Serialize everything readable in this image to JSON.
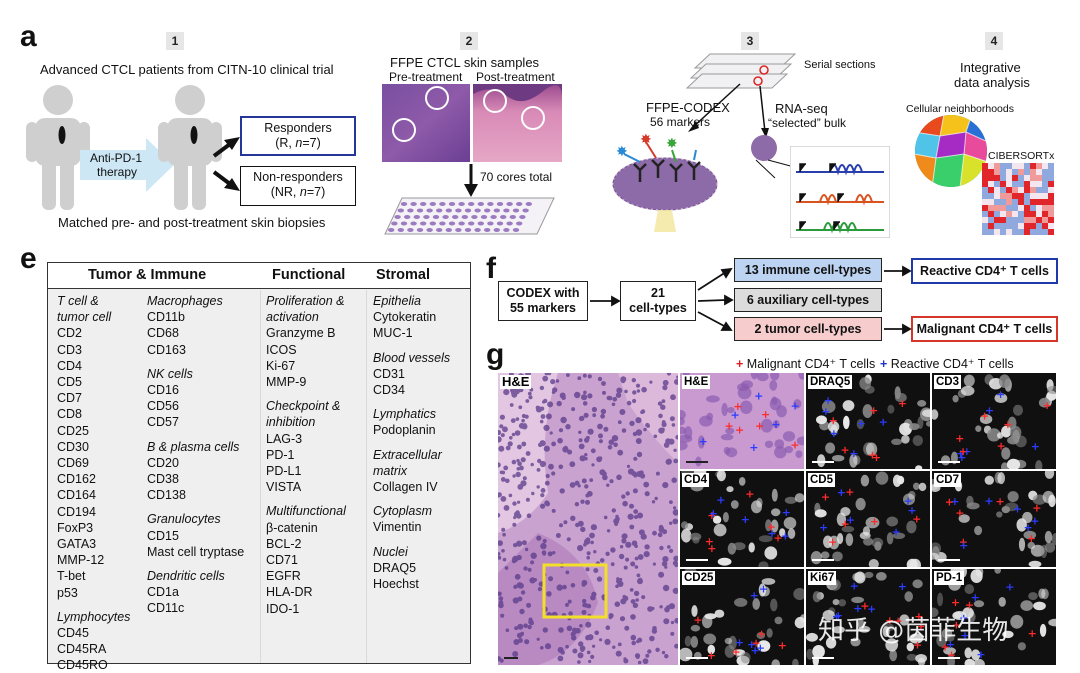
{
  "panel_a": {
    "letter": "a",
    "step1": {
      "num": "1",
      "title": "Advanced CTCL patients from CITN-10 clinical trial",
      "therapy": [
        "Anti-PD-1",
        "therapy"
      ],
      "responders": [
        "Responders",
        "(R, n=7)"
      ],
      "nonresponders": [
        "Non-responders",
        "(NR, n=7)"
      ],
      "footer": "Matched pre- and post-treatment skin biopsies"
    },
    "step2": {
      "num": "2",
      "title": "FFPE CTCL skin samples",
      "pre": "Pre-treatment",
      "post": "Post-treatment",
      "cores": "70 cores total"
    },
    "step3": {
      "num": "3",
      "serial": "Serial sections",
      "codex": [
        "FFPE-CODEX",
        "56 markers"
      ],
      "rnaseq": [
        "RNA-seq",
        "“selected” bulk"
      ]
    },
    "step4": {
      "num": "4",
      "title": [
        "Integrative",
        "data analysis"
      ],
      "neighborhoods": "Cellular neighborhoods",
      "cibersort": "CIBERSORTx"
    }
  },
  "panel_e": {
    "letter": "e",
    "headers": [
      "Tumor & Immune",
      "Functional",
      "Stromal"
    ],
    "col1": [
      {
        "t": "T cell &",
        "i": true
      },
      {
        "t": "tumor cell",
        "i": true
      },
      {
        "t": "CD2"
      },
      {
        "t": "CD3"
      },
      {
        "t": "CD4"
      },
      {
        "t": "CD5"
      },
      {
        "t": "CD7"
      },
      {
        "t": "CD8"
      },
      {
        "t": "CD25"
      },
      {
        "t": "CD30"
      },
      {
        "t": "CD69"
      },
      {
        "t": "CD162"
      },
      {
        "t": "CD164"
      },
      {
        "t": "CD194"
      },
      {
        "t": "FoxP3"
      },
      {
        "t": "GATA3"
      },
      {
        "t": "MMP-12"
      },
      {
        "t": "T-bet"
      },
      {
        "t": " p53"
      },
      {
        "gap": true
      },
      {
        "t": "Lymphocytes",
        "i": true
      },
      {
        "t": "CD45"
      },
      {
        "t": "CD45RA"
      },
      {
        "t": "CD45RO"
      }
    ],
    "col2": [
      {
        "t": "Macrophages",
        "i": true
      },
      {
        "t": "CD11b"
      },
      {
        "t": "CD68"
      },
      {
        "t": "CD163"
      },
      {
        "gap": true
      },
      {
        "t": "NK cells",
        "i": true
      },
      {
        "t": "CD16"
      },
      {
        "t": "CD56"
      },
      {
        "t": "CD57"
      },
      {
        "gap": true
      },
      {
        "t": "B & plasma cells",
        "i": true
      },
      {
        "t": "CD20"
      },
      {
        "t": "CD38"
      },
      {
        "t": "CD138"
      },
      {
        "gap": true
      },
      {
        "t": "Granulocytes",
        "i": true
      },
      {
        "t": "CD15"
      },
      {
        "t": "Mast cell tryptase"
      },
      {
        "gap": true
      },
      {
        "t": "Dendritic cells",
        "i": true
      },
      {
        "t": "CD1a"
      },
      {
        "t": "CD11c"
      }
    ],
    "col3": [
      {
        "t": "Proliferation  &",
        "i": true
      },
      {
        "t": "activation",
        "i": true
      },
      {
        "t": "Granzyme B"
      },
      {
        "t": "ICOS"
      },
      {
        "t": "Ki-67"
      },
      {
        "t": "MMP-9"
      },
      {
        "gap": true
      },
      {
        "t": "Checkpoint &",
        "i": true
      },
      {
        "t": "inhibition",
        "i": true
      },
      {
        "t": "LAG-3"
      },
      {
        "t": "PD-1"
      },
      {
        "t": "PD-L1"
      },
      {
        "t": "VISTA"
      },
      {
        "gap": true
      },
      {
        "t": "Multifunctional",
        "i": true
      },
      {
        "t": "β-catenin"
      },
      {
        "t": "BCL-2"
      },
      {
        "t": "CD71"
      },
      {
        "t": "EGFR"
      },
      {
        "t": "HLA-DR"
      },
      {
        "t": "IDO-1"
      }
    ],
    "col4": [
      {
        "t": "Epithelia",
        "i": true
      },
      {
        "t": "Cytokeratin"
      },
      {
        "t": "MUC-1"
      },
      {
        "gap": true
      },
      {
        "t": "Blood vessels",
        "i": true
      },
      {
        "t": "CD31"
      },
      {
        "t": "CD34"
      },
      {
        "gap": true
      },
      {
        "t": "Lymphatics",
        "i": true
      },
      {
        "t": "Podoplanin"
      },
      {
        "gap": true
      },
      {
        "t": "Extracellular",
        "i": true
      },
      {
        "t": "matrix",
        "i": true
      },
      {
        "t": "Collagen IV"
      },
      {
        "gap": true
      },
      {
        "t": "Cytoplasm",
        "i": true
      },
      {
        "t": "Vimentin"
      },
      {
        "gap": true
      },
      {
        "t": "Nuclei",
        "i": true
      },
      {
        "t": "DRAQ5"
      },
      {
        "t": "Hoechst"
      }
    ]
  },
  "panel_f": {
    "letter": "f",
    "codex": [
      "CODEX with",
      "55 markers"
    ],
    "types": [
      "21",
      "cell-types"
    ],
    "immune": "13 immune cell-types",
    "auxiliary": "6 auxiliary cell-types",
    "tumor": "2 tumor cell-types",
    "reactive": "Reactive CD4⁺ T cells",
    "malignant": "Malignant CD4⁺ T cells",
    "colors": {
      "immune_fill": "#bdd3f2",
      "immune_border": "#1f3aa8",
      "aux_fill": "#dcdcdc",
      "tumor_fill": "#f7cccc",
      "tumor_border": "#d6362a"
    }
  },
  "panel_g": {
    "letter": "g",
    "he_label": "H&E",
    "legend_malignant": "Malignant CD4⁺ T cells",
    "legend_reactive": "Reactive CD4⁺ T cells",
    "marker_plus": "+",
    "tiles": [
      "H&E",
      "DRAQ5",
      "CD3",
      "CD4",
      "CD5",
      "CD7",
      "CD25",
      "Ki67",
      "PD-1"
    ]
  },
  "watermark": "知乎 @茵菲生物"
}
